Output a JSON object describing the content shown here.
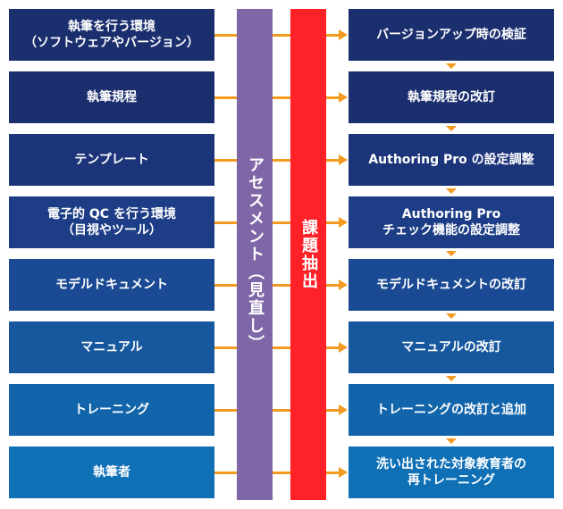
{
  "left_items": [
    {
      "label": "執筆を行う環境\n（ソフトウェアやバージョン）",
      "color": "#1b2e6e"
    },
    {
      "label": "執筆規程",
      "color": "#1b2e6e"
    },
    {
      "label": "テンプレート",
      "color": "#1c3479"
    },
    {
      "label": "電子的 QC を行う環境\n（目視やツール）",
      "color": "#1d3e86"
    },
    {
      "label": "モデルドキュメント",
      "color": "#1a4a93"
    },
    {
      "label": "マニュアル",
      "color": "#16579e"
    },
    {
      "label": "トレーニング",
      "color": "#1265ab"
    },
    {
      "label": "執筆者",
      "color": "#0f70b6"
    }
  ],
  "right_items": [
    {
      "label": "バージョンアップ時の検証",
      "color": "#1b2e6e"
    },
    {
      "label": "執筆規程の改訂",
      "color": "#1b2e6e"
    },
    {
      "label": "Authoring Pro の設定調整",
      "color": "#1c3479"
    },
    {
      "label": "Authoring Pro\nチェック機能の設定調整",
      "color": "#1d3e86"
    },
    {
      "label": "モデルドキュメントの改訂",
      "color": "#1a4a93"
    },
    {
      "label": "マニュアルの改訂",
      "color": "#16579e"
    },
    {
      "label": "トレーニングの改訂と追加",
      "color": "#1265ab"
    },
    {
      "label": "洗い出された対象教育者の\n再トレーニング",
      "color": "#0f70b6"
    }
  ],
  "assessment_label": "アセスメント（見直し）",
  "extraction_label": "課題抽出",
  "arrow_color": "#f39a20"
}
